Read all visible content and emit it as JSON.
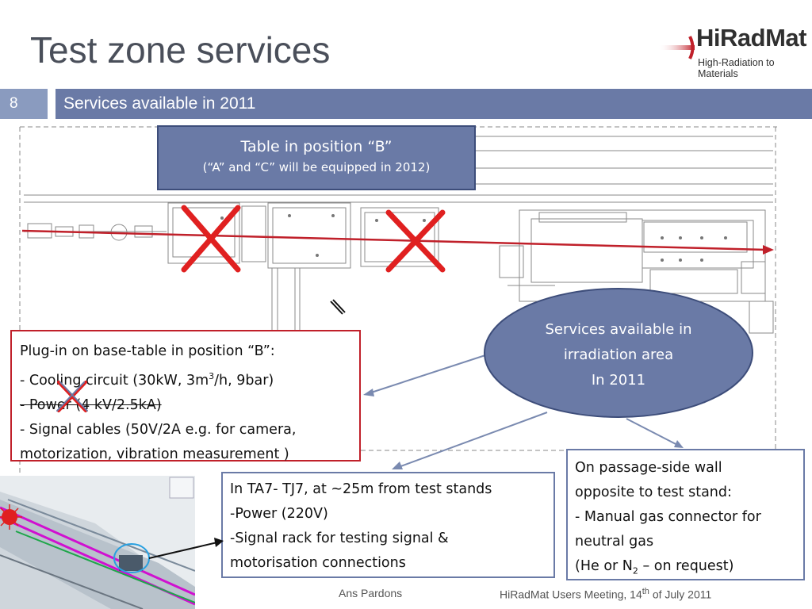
{
  "slide": {
    "title": "Test zone services",
    "number": "8",
    "subtitle": "Services available in 2011"
  },
  "logo": {
    "name": "HiRadMat",
    "tagline": "High-Radiation to Materials"
  },
  "callout_table": {
    "line1": "Table in position “B”",
    "line2": "(“A” and “C” will be equipped in 2012)"
  },
  "callout_area": {
    "line1": "Services available in",
    "line2": "irradiation area",
    "line3": "In 2011"
  },
  "box_plug": {
    "line1": "Plug-in on base-table in position “B”:",
    "line2_pre": "- Cooling circuit (30kW, 3m",
    "line2_sup": "3",
    "line2_post": "/h, 9bar)",
    "line3": "- Power (4 kV/2.5kA)",
    "line4": "- Signal cables (50V/2A e.g. for camera,",
    "line5": "motorization, vibration measurement )"
  },
  "box_ta7": {
    "line1": "In TA7- TJ7, at ~25m from test stands",
    "line2": "-Power (220V)",
    "line3": "-Signal rack for testing signal &",
    "line4": "motorisation connections"
  },
  "box_wall": {
    "line1": "On passage-side wall",
    "line2": "opposite to test stand:",
    "line3": "- Manual gas connector for",
    "line4": "neutral gas",
    "line5_pre": "(He or N",
    "line5_sub": "2",
    "line5_post": " – on request)"
  },
  "footer": {
    "author": "Ans Pardons",
    "meeting_pre": "HiRadMat Users Meeting, 14",
    "meeting_sup": "th",
    "meeting_post": " of July 2011"
  },
  "colors": {
    "accent": "#6a7aa6",
    "accent_light": "#8a9bbf",
    "title": "#4a4f5a",
    "beam": "#c0202a",
    "cross": "#e02020"
  }
}
